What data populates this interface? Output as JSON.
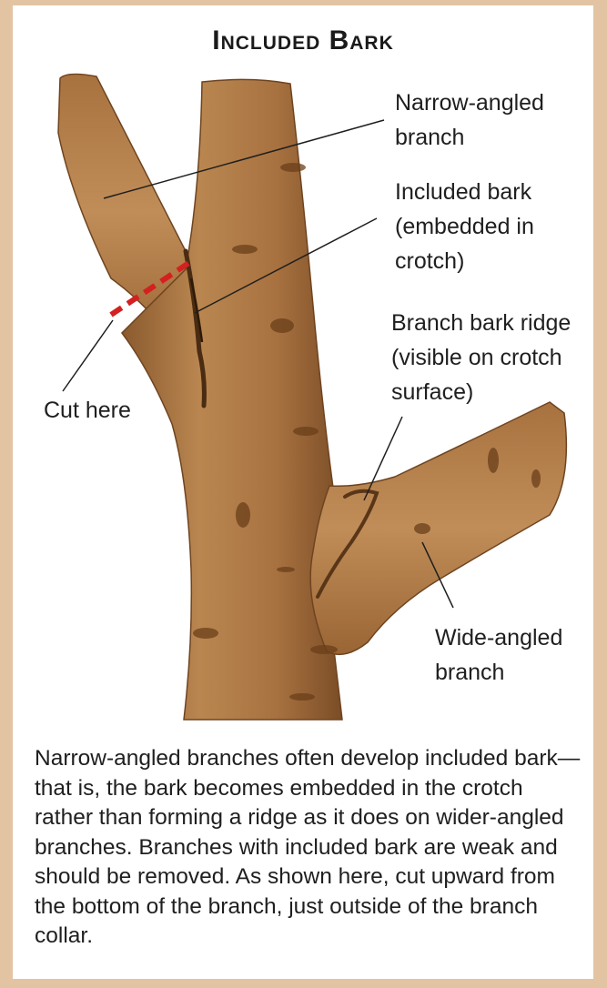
{
  "title": "Included Bark",
  "labels": {
    "narrow_branch": "Narrow-angled\nbranch",
    "included_bark": "Included bark\n(embedded in\ncrotch)",
    "ridge": "Branch bark ridge\n(visible on crotch\nsurface)",
    "cut_here": "Cut here",
    "wide_branch": "Wide-angled\nbranch"
  },
  "caption": "Narrow-angled branches often develop included bark—that is, the bark becomes embedded in the crotch rather than forming a ridge as it does on wider-angled branches. Branches with included bark are weak and should be removed. As shown here, cut upward from the bottom of the branch, just outside of the branch collar.",
  "colors": {
    "background": "#e3c4a2",
    "bark": "#b07a45",
    "cut_line": "#d42020"
  }
}
